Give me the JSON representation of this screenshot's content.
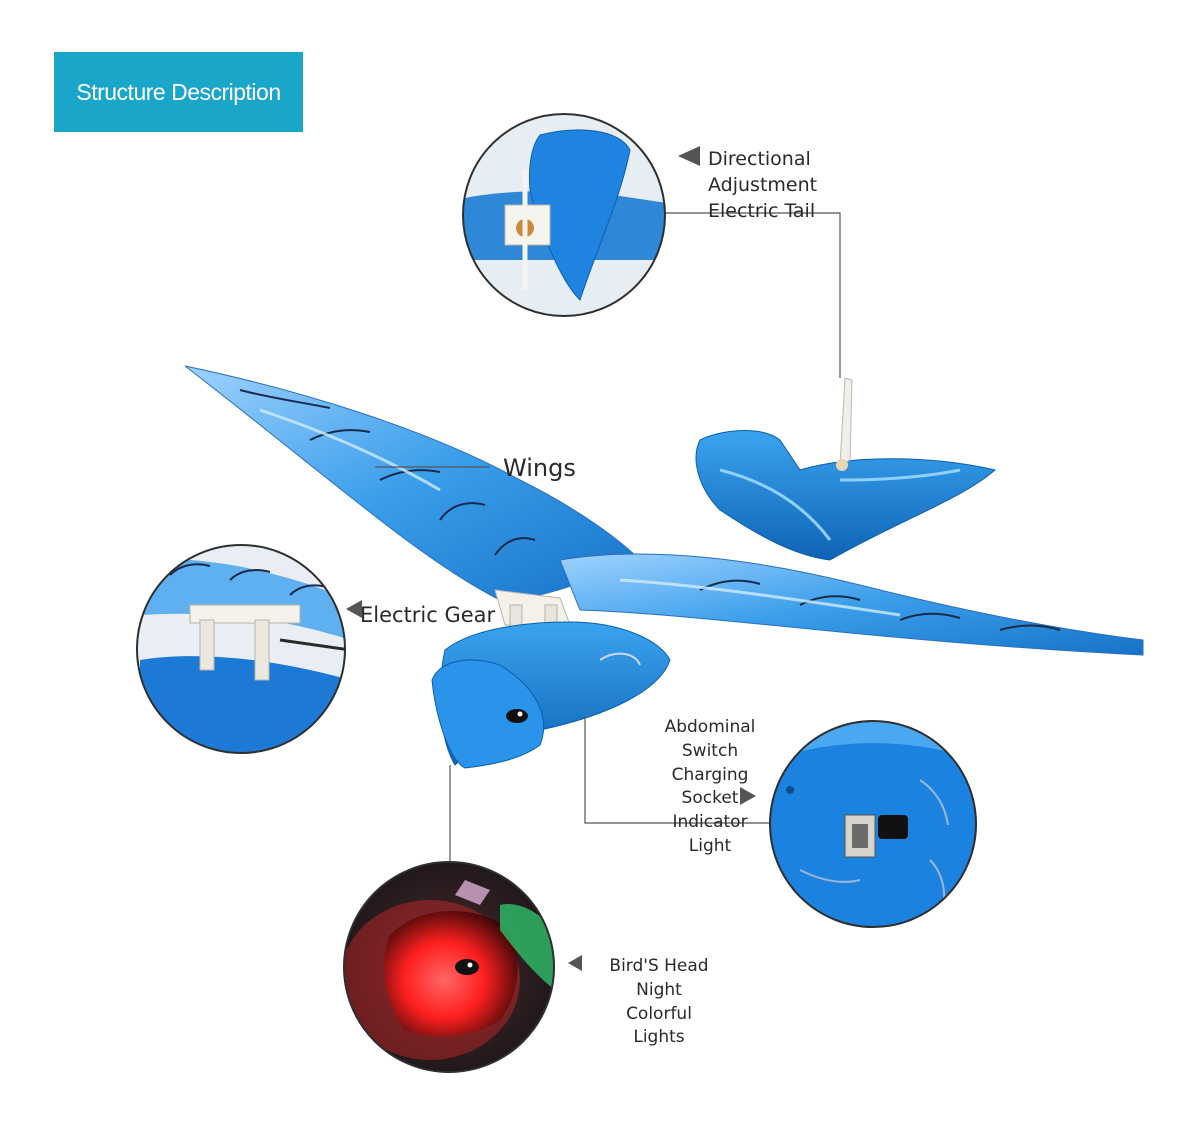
{
  "header": {
    "title": "Structure Description"
  },
  "callouts": {
    "tail": "Directional\nAdjustment\nElectric Tail",
    "wings": "Wings",
    "gear": "Electric Gear",
    "abdominal": "Abdominal\nSwitch\nCharging\nSocket\nIndicator\nLight",
    "head": "Bird'S Head\nNight\nColorful\nLights"
  },
  "colors": {
    "accent": "#1aa6c9",
    "bird_blue": "#1e8ee0",
    "bird_dark": "#0a5fb0",
    "line": "#555555",
    "light_red": "#ff2a2a"
  }
}
